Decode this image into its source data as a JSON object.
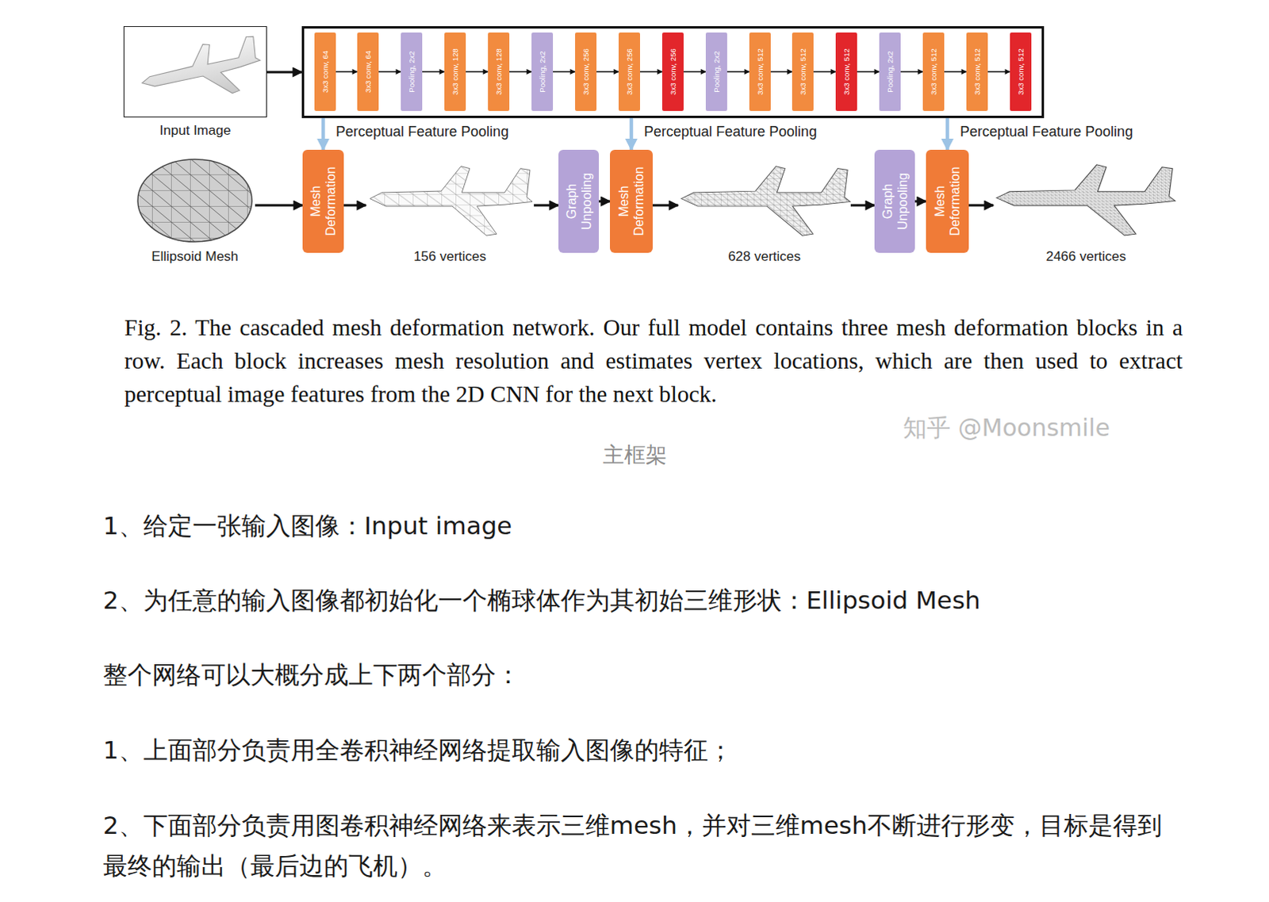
{
  "diagram": {
    "caption": "Fig. 2. The cascaded mesh deformation network. Our full model contains three mesh deformation blocks in a row. Each block increases mesh resolution and estimates vertex locations, which are then used to extract perceptual image features from the 2D CNN for the next block.",
    "nodes": [
      {
        "text": [
          "Input Image"
        ]
      },
      {
        "text": []
      },
      {
        "text": [
          "3x3 conv, 64"
        ],
        "in": 1
      },
      {
        "text": [
          "3x3 conv, 64"
        ],
        "in": 1
      },
      {
        "text": [
          "Pooling, 2x2"
        ],
        "in": 1
      },
      {
        "text": [
          "3x3 conv, 128"
        ],
        "in": 1
      },
      {
        "text": [
          "3x3 conv, 128"
        ],
        "in": 1
      },
      {
        "text": [
          "Pooling, 2x2"
        ],
        "in": 1
      },
      {
        "text": [
          "3x3 conv, 256"
        ],
        "in": 1
      },
      {
        "text": [
          "3x3 conv, 256"
        ],
        "in": 1
      },
      {
        "text": [
          "3x3 conv, 256"
        ],
        "in": 1
      },
      {
        "text": [
          "Pooling, 2x2"
        ],
        "in": 1
      },
      {
        "text": [
          "3x3 conv, 512"
        ],
        "in": 1
      },
      {
        "text": [
          "3x3 conv, 512"
        ],
        "in": 1
      },
      {
        "text": [
          "3x3 conv, 512"
        ],
        "in": 1
      },
      {
        "text": [
          "Pooling, 2x2"
        ],
        "in": 1
      },
      {
        "text": [
          "3x3 conv, 512"
        ],
        "in": 1
      },
      {
        "text": [
          "3x3 conv, 512"
        ],
        "in": 1
      },
      {
        "text": [
          "3x3 conv, 512"
        ],
        "in": 1
      },
      {
        "text": [
          "Ellipsoid Mesh"
        ]
      },
      {
        "text": [
          "Mesh Deformation"
        ]
      },
      {
        "text": [
          "156 vertices"
        ]
      },
      {
        "text": [
          "Graph Unpooling"
        ]
      },
      {
        "text": [
          "Mesh Deformation"
        ]
      },
      {
        "text": [
          "628 vertices"
        ]
      },
      {
        "text": [
          "Graph Unpooling"
        ]
      },
      {
        "text": [
          "Mesh Deformation"
        ]
      },
      {
        "text": [
          "2466 vertices"
        ]
      }
    ],
    "edges": [
      {
        "from": 0,
        "to": 1,
        "arrow": "to"
      },
      {
        "from": 2,
        "to": 3,
        "arrow": "to"
      },
      {
        "from": 3,
        "to": 4,
        "arrow": "to"
      },
      {
        "from": 4,
        "to": 5,
        "arrow": "to"
      },
      {
        "from": 5,
        "to": 6,
        "arrow": "to"
      },
      {
        "from": 6,
        "to": 7,
        "arrow": "to"
      },
      {
        "from": 7,
        "to": 8,
        "arrow": "to"
      },
      {
        "from": 8,
        "to": 9,
        "arrow": "to"
      },
      {
        "from": 9,
        "to": 10,
        "arrow": "to"
      },
      {
        "from": 10,
        "to": 11,
        "arrow": "to"
      },
      {
        "from": 11,
        "to": 12,
        "arrow": "to"
      },
      {
        "from": 12,
        "to": 13,
        "arrow": "to"
      },
      {
        "from": 13,
        "to": 14,
        "arrow": "to"
      },
      {
        "from": 14,
        "to": 15,
        "arrow": "to"
      },
      {
        "from": 15,
        "to": 16,
        "arrow": "to"
      },
      {
        "from": 16,
        "to": 17,
        "arrow": "to"
      },
      {
        "from": 17,
        "to": 18,
        "arrow": "to"
      },
      {
        "from": 1,
        "to": 20,
        "arrow": "to",
        "label": "Perceptual Feature Pooling"
      },
      {
        "from": 1,
        "to": 23,
        "arrow": "to",
        "label": "Perceptual Feature Pooling"
      },
      {
        "from": 1,
        "to": 26,
        "arrow": "to",
        "label": "Perceptual Feature Pooling"
      },
      {
        "from": 19,
        "to": 20,
        "arrow": "to"
      },
      {
        "from": 20,
        "to": 21,
        "arrow": "to"
      },
      {
        "from": 21,
        "to": 22,
        "arrow": "to"
      },
      {
        "from": 22,
        "to": 23,
        "arrow": "to"
      },
      {
        "from": 23,
        "to": 24,
        "arrow": "to"
      },
      {
        "from": 24,
        "to": 25,
        "arrow": "to"
      },
      {
        "from": 25,
        "to": 26,
        "arrow": "to"
      },
      {
        "from": 26,
        "to": 27,
        "arrow": "to"
      }
    ],
    "labels": [
      "知乎 @Moonsmile",
      "主框架",
      "1、给定一张输入图像：Input image",
      "2、为任意的输入图像都初始化一个椭球体作为其初始三维形状：Ellipsoid Mesh",
      "整个网络可以大概分成上下两个部分：",
      "1、上面部分负责用全卷积神经网络提取输入图像的特征；",
      "2、下面部分负责用图卷积神经网络来表示三维mesh，并对三维mesh不断进行形变，目标是得到最终的输出（最后边的飞机）。"
    ]
  }
}
